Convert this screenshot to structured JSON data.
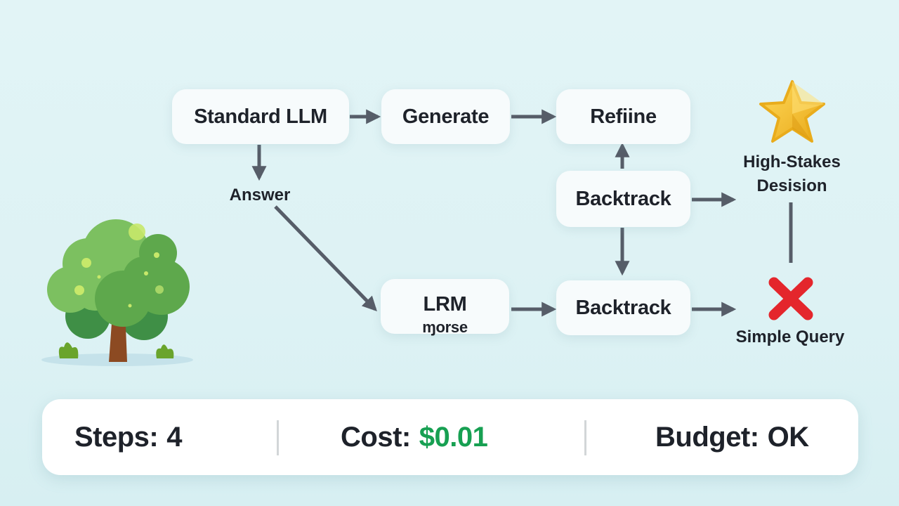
{
  "diagram": {
    "nodes": {
      "standard_llm": "Standard LLM",
      "generate": "Generate",
      "refine": "Refiine",
      "backtrack_top": "Backtrack",
      "lrm": "LRM",
      "lrm_sub": "ɱorse",
      "backtrack_bottom": "Backtrack"
    },
    "labels": {
      "answer": "Answer",
      "high_stakes_line1": "High-Stakes",
      "high_stakes_line2": "Desision",
      "simple_query": "Simple Query"
    },
    "icons": {
      "star": "star-icon",
      "cross": "cross-icon",
      "tree": "tree-illustration"
    },
    "colors": {
      "arrow": "#565d68",
      "background": "#e0f3f5",
      "node_fill": "#f7fbfc",
      "star": "#f5c030",
      "cross": "#e4262c",
      "accent_green": "#17a052"
    }
  },
  "status_bar": {
    "steps_label": "Steps:",
    "steps_value": "4",
    "cost_label": "Cost:",
    "cost_value": "$0.01",
    "budget_label": "Budget:",
    "budget_value": "OK"
  }
}
